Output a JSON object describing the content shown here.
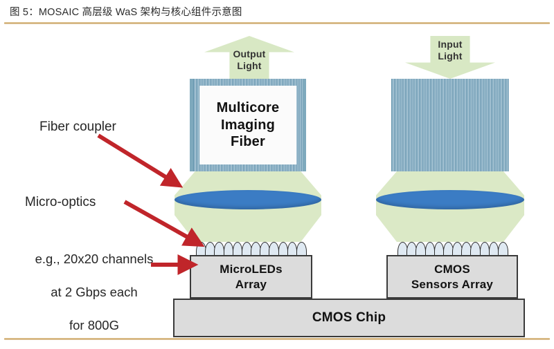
{
  "caption": "图 5：MOSAIC 高层级 WaS 架构与核心组件示意图",
  "colors": {
    "rule": "#c9a062",
    "light_arrow": "#d8e8c4",
    "coupler": "#dbe9c6",
    "lens": "#3b7cc4",
    "fiber_stripe": "#6f9db5",
    "box_fill": "#dcdcdc",
    "box_stroke": "#3a3a3a",
    "callout_arrow": "#c0252a"
  },
  "diagram": {
    "left_branch": {
      "light_arrow": {
        "label": "Output\nLight",
        "label_line1": "Output",
        "label_line2": "Light",
        "direction": "up"
      },
      "fiber": {
        "label_line1": "Multicore",
        "label_line2": "Imaging",
        "label_line3": "Fiber"
      },
      "chip_box": {
        "label_line1": "MicroLEDs",
        "label_line2": "Array"
      }
    },
    "right_branch": {
      "light_arrow": {
        "label": "Input\nLight",
        "label_line1": "Input",
        "label_line2": "Light",
        "direction": "down"
      },
      "fiber": {
        "label_line1": "",
        "label_line2": "",
        "label_line3": ""
      },
      "chip_box": {
        "label_line1": "CMOS",
        "label_line2": "Sensors Array"
      }
    },
    "base_box": {
      "label": "CMOS Chip"
    },
    "callouts": [
      {
        "id": "fiber-coupler",
        "text": "Fiber coupler"
      },
      {
        "id": "micro-optics",
        "text": "Micro-optics"
      },
      {
        "id": "channels",
        "text": "e.g., 20x20 channels\nat 2 Gbps each\nfor 800G",
        "line1": "e.g., 20x20 channels",
        "line2": "at 2 Gbps each",
        "line3": "for 800G"
      }
    ]
  }
}
